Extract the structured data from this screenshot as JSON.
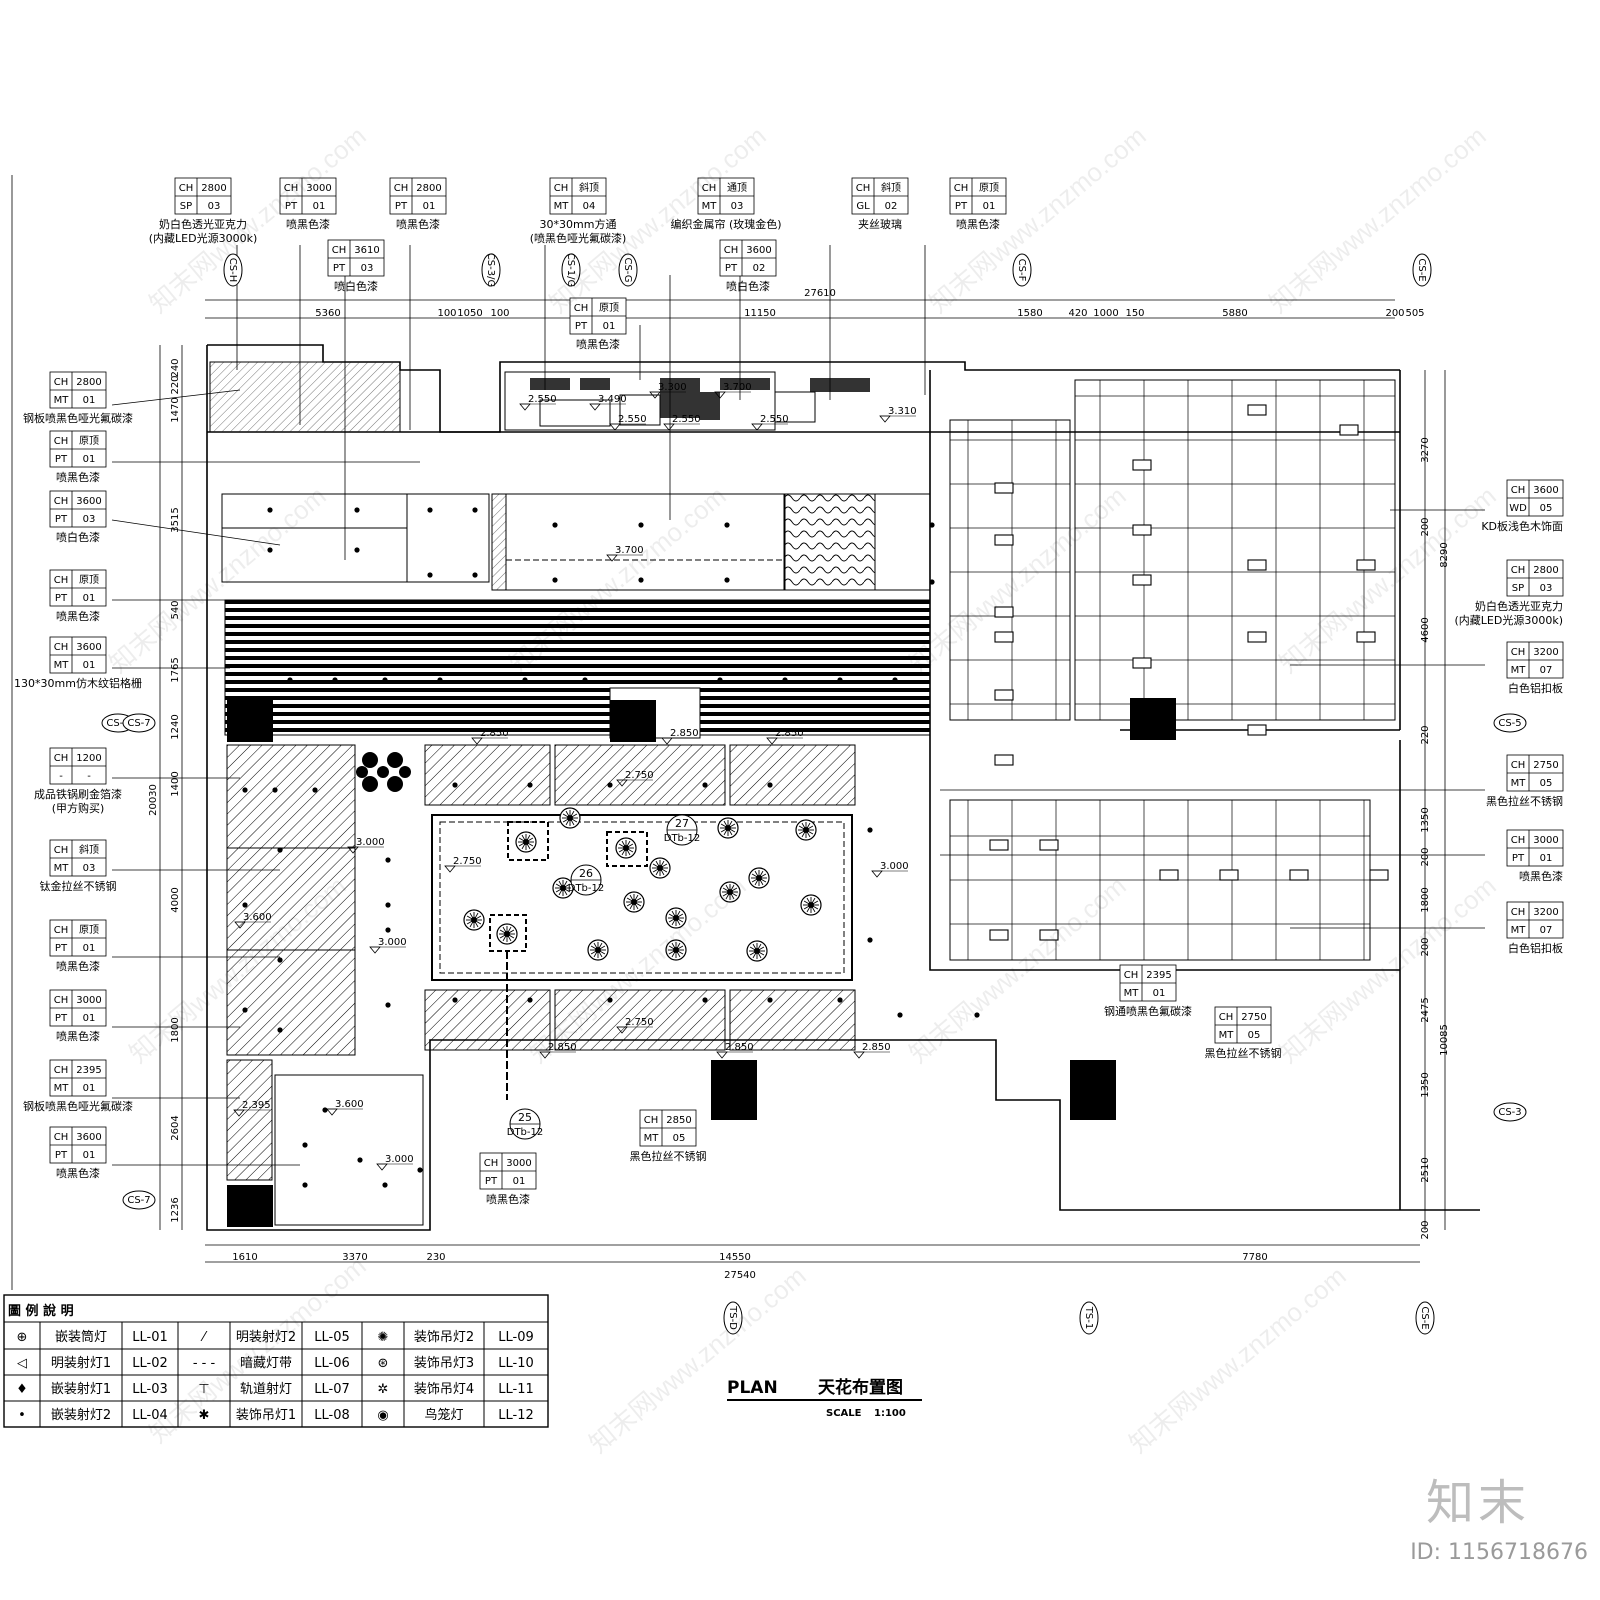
{
  "plan": {
    "title_left": "PLAN",
    "title_right": "天花布置图",
    "scale_label": "SCALE",
    "scale_value": "1:100"
  },
  "tags_top": [
    {
      "r1": [
        "CH",
        "2800"
      ],
      "r2": [
        "SP",
        "03"
      ],
      "desc": [
        "奶白色透光亚克力",
        "(内藏LED光源3000k)"
      ]
    },
    {
      "r1": [
        "CH",
        "3000"
      ],
      "r2": [
        "PT",
        "01"
      ],
      "desc": [
        "喷黑色漆"
      ]
    },
    {
      "r1": [
        "CH",
        "2800"
      ],
      "r2": [
        "PT",
        "01"
      ],
      "desc": [
        "喷黑色漆"
      ]
    },
    {
      "r1": [
        "CH",
        "3610"
      ],
      "r2": [
        "PT",
        "03"
      ],
      "desc": [
        "喷白色漆"
      ]
    },
    {
      "r1": [
        "CH",
        "斜顶"
      ],
      "r2": [
        "MT",
        "04"
      ],
      "desc": [
        "30*30mm方通",
        "(喷黑色哑光氟碳漆)"
      ]
    },
    {
      "r1": [
        "CH",
        "原顶"
      ],
      "r2": [
        "PT",
        "01"
      ],
      "desc": [
        "喷黑色漆"
      ]
    },
    {
      "r1": [
        "CH",
        "通顶"
      ],
      "r2": [
        "MT",
        "03"
      ],
      "desc": [
        "编织金属帘 (玫瑰金色)"
      ]
    },
    {
      "r1": [
        "CH",
        "3600"
      ],
      "r2": [
        "PT",
        "02"
      ],
      "desc": [
        "喷白色漆"
      ]
    },
    {
      "r1": [
        "CH",
        "斜顶"
      ],
      "r2": [
        "GL",
        "02"
      ],
      "desc": [
        "夹丝玻璃"
      ]
    },
    {
      "r1": [
        "CH",
        "原顶"
      ],
      "r2": [
        "PT",
        "01"
      ],
      "desc": [
        "喷黑色漆"
      ]
    }
  ],
  "tags_left": [
    {
      "r1": [
        "CH",
        "2800"
      ],
      "r2": [
        "MT",
        "01"
      ],
      "desc": [
        "钢板喷黑色哑光氟碳漆"
      ]
    },
    {
      "r1": [
        "CH",
        "原顶"
      ],
      "r2": [
        "PT",
        "01"
      ],
      "desc": [
        "喷黑色漆"
      ]
    },
    {
      "r1": [
        "CH",
        "3600"
      ],
      "r2": [
        "PT",
        "03"
      ],
      "desc": [
        "喷白色漆"
      ]
    },
    {
      "r1": [
        "CH",
        "原顶"
      ],
      "r2": [
        "PT",
        "01"
      ],
      "desc": [
        "喷黑色漆"
      ]
    },
    {
      "r1": [
        "CH",
        "3600"
      ],
      "r2": [
        "MT",
        "01"
      ],
      "desc": [
        "130*30mm仿木纹铝格栅"
      ]
    },
    {
      "r1": [
        "CH",
        "1200"
      ],
      "r2": [
        "-",
        "-"
      ],
      "desc": [
        "成品铁锅刷金箔漆",
        "(甲方购买)"
      ]
    },
    {
      "r1": [
        "CH",
        "斜顶"
      ],
      "r2": [
        "MT",
        "03"
      ],
      "desc": [
        "钛金拉丝不锈钢"
      ]
    },
    {
      "r1": [
        "CH",
        "原顶"
      ],
      "r2": [
        "PT",
        "01"
      ],
      "desc": [
        "喷黑色漆"
      ]
    },
    {
      "r1": [
        "CH",
        "3000"
      ],
      "r2": [
        "PT",
        "01"
      ],
      "desc": [
        "喷黑色漆"
      ]
    },
    {
      "r1": [
        "CH",
        "2395"
      ],
      "r2": [
        "MT",
        "01"
      ],
      "desc": [
        "钢板喷黑色哑光氟碳漆"
      ]
    },
    {
      "r1": [
        "CH",
        "3600"
      ],
      "r2": [
        "PT",
        "01"
      ],
      "desc": [
        "喷黑色漆"
      ]
    }
  ],
  "tags_right": [
    {
      "r1": [
        "CH",
        "3600"
      ],
      "r2": [
        "WD",
        "05"
      ],
      "desc": [
        "KD板浅色木饰面"
      ]
    },
    {
      "r1": [
        "CH",
        "2800"
      ],
      "r2": [
        "SP",
        "03"
      ],
      "desc": [
        "奶白色透光亚克力",
        "(内藏LED光源3000k)"
      ]
    },
    {
      "r1": [
        "CH",
        "3200"
      ],
      "r2": [
        "MT",
        "07"
      ],
      "desc": [
        "白色铝扣板"
      ]
    },
    {
      "r1": [
        "CH",
        "2750"
      ],
      "r2": [
        "MT",
        "05"
      ],
      "desc": [
        "黑色拉丝不锈钢"
      ]
    },
    {
      "r1": [
        "CH",
        "3000"
      ],
      "r2": [
        "PT",
        "01"
      ],
      "desc": [
        "喷黑色漆"
      ]
    },
    {
      "r1": [
        "CH",
        "3200"
      ],
      "r2": [
        "MT",
        "07"
      ],
      "desc": [
        "白色铝扣板"
      ]
    }
  ],
  "tags_inner": [
    {
      "r1": [
        "CH",
        "2395"
      ],
      "r2": [
        "MT",
        "01"
      ],
      "desc": [
        "钢通喷黑色氟碳漆"
      ]
    },
    {
      "r1": [
        "CH",
        "2750"
      ],
      "r2": [
        "MT",
        "05"
      ],
      "desc": [
        "黑色拉丝不锈钢"
      ]
    },
    {
      "r1": [
        "CH",
        "2850"
      ],
      "r2": [
        "MT",
        "05"
      ],
      "desc": [
        "黑色拉丝不锈钢"
      ]
    },
    {
      "r1": [
        "CH",
        "3000"
      ],
      "r2": [
        "PT",
        "01"
      ],
      "desc": [
        "喷黑色漆"
      ]
    }
  ],
  "dims": {
    "top_total": "27610",
    "top": [
      "5360",
      "100",
      "1050",
      "100",
      "11150",
      "1580",
      "420",
      "1000",
      "150",
      "5880",
      "200",
      "505"
    ],
    "bottom": [
      "1610",
      "3370",
      "230",
      "14550",
      "7780"
    ],
    "bottom_total": "27540",
    "left": [
      "240",
      "220",
      "1470",
      "3515",
      "540",
      "1765",
      "1240",
      "1400",
      "20030",
      "4000",
      "1800",
      "2604",
      "1236"
    ],
    "right": [
      "3270",
      "200",
      "8290",
      "4600",
      "220",
      "1350",
      "200",
      "1800",
      "200",
      "2475",
      "10085",
      "1350",
      "2510",
      "200"
    ]
  },
  "elevations": [
    "2.550",
    "3.490",
    "3.300",
    "3.700",
    "2.550",
    "2.550",
    "2.550",
    "3.310",
    "3.700",
    "2.850",
    "2.850",
    "2.850",
    "2.750",
    "2.750",
    "3.000",
    "3.600",
    "3.000",
    "3.000",
    "2.750",
    "2.850",
    "2.850",
    "2.850",
    "3.600",
    "3.000",
    "2.395"
  ],
  "callouts": [
    {
      "num": "27",
      "ref": "DTb-12"
    },
    {
      "num": "26",
      "ref": "DTb-12"
    },
    {
      "num": "25",
      "ref": "DTb-12"
    }
  ],
  "axis_labels": [
    "CS-H",
    "CS-3/G",
    "CS-1/G",
    "CS-G",
    "CS-F",
    "CS-E",
    "CS-7",
    "CS-7",
    "CS-5",
    "CS-3",
    "CS-7",
    "TS-D",
    "TS-1",
    "CS-E"
  ],
  "legend": {
    "title": "圖 例 說 明",
    "items": [
      {
        "icon": "recessed-downlight-icon",
        "glyph": "⊕",
        "name": "嵌装筒灯",
        "code": "LL-01"
      },
      {
        "icon": "surface-spotlight-icon",
        "glyph": "◁",
        "name": "明装射灯1",
        "code": "LL-02"
      },
      {
        "icon": "recessed-spotlight-icon",
        "glyph": "♦",
        "name": "嵌装射灯1",
        "code": "LL-03"
      },
      {
        "icon": "recessed-spotlight-small-icon",
        "glyph": "•",
        "name": "嵌装射灯2",
        "code": "LL-04"
      },
      {
        "icon": "surface-spotlight-2-icon",
        "glyph": "⁄",
        "name": "明装射灯2",
        "code": "LL-05"
      },
      {
        "icon": "hidden-light-strip-icon",
        "glyph": "- - -",
        "name": "暗藏灯带",
        "code": "LL-06"
      },
      {
        "icon": "track-spotlight-icon",
        "glyph": "⊤",
        "name": "轨道射灯",
        "code": "LL-07"
      },
      {
        "icon": "pendant-lamp-1-icon",
        "glyph": "✱",
        "name": "装饰吊灯1",
        "code": "LL-08"
      },
      {
        "icon": "pendant-lamp-2-icon",
        "glyph": "✺",
        "name": "装饰吊灯2",
        "code": "LL-09"
      },
      {
        "icon": "pendant-lamp-3-icon",
        "glyph": "⊛",
        "name": "装饰吊灯3",
        "code": "LL-10"
      },
      {
        "icon": "pendant-lamp-4-icon",
        "glyph": "✲",
        "name": "装饰吊灯4",
        "code": "LL-11"
      },
      {
        "icon": "birdcage-lamp-icon",
        "glyph": "◉",
        "name": "鸟笼灯",
        "code": "LL-12"
      }
    ]
  },
  "brand": "知末",
  "image_id": "ID: 1156718676",
  "watermark": "知末网www.znzmo.com"
}
